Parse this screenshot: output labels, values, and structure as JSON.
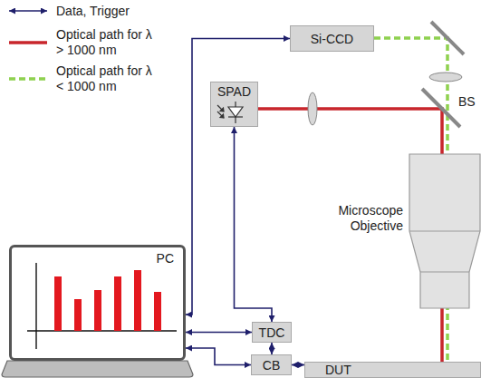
{
  "diagram": {
    "nodes": [
      {
        "text": [
          "Si-CCD"
        ]
      },
      {
        "text": [
          "SPAD"
        ]
      },
      {
        "text": [
          "PC"
        ]
      },
      {
        "text": [
          "TDC"
        ]
      },
      {
        "text": [
          "CB"
        ]
      },
      {
        "text": [
          "DUT"
        ]
      }
    ],
    "edges": [
      {
        "from": 2,
        "to": 0,
        "arrow": "both"
      },
      {
        "from": 1,
        "to": 3,
        "arrow": "both"
      },
      {
        "from": 2,
        "to": 3,
        "arrow": "both"
      },
      {
        "from": 2,
        "to": 4,
        "arrow": "both"
      },
      {
        "from": 3,
        "to": 4,
        "arrow": "both"
      },
      {
        "from": 4,
        "to": 5,
        "arrow": "both"
      }
    ],
    "labels": [
      "BS",
      "Microscope Objective"
    ],
    "legend": [
      {
        "text": "Data, Trigger"
      },
      {
        "text": "Optical path for λ > 1000 nm"
      },
      {
        "text": "Optical path for λ < 1000 nm"
      }
    ]
  }
}
